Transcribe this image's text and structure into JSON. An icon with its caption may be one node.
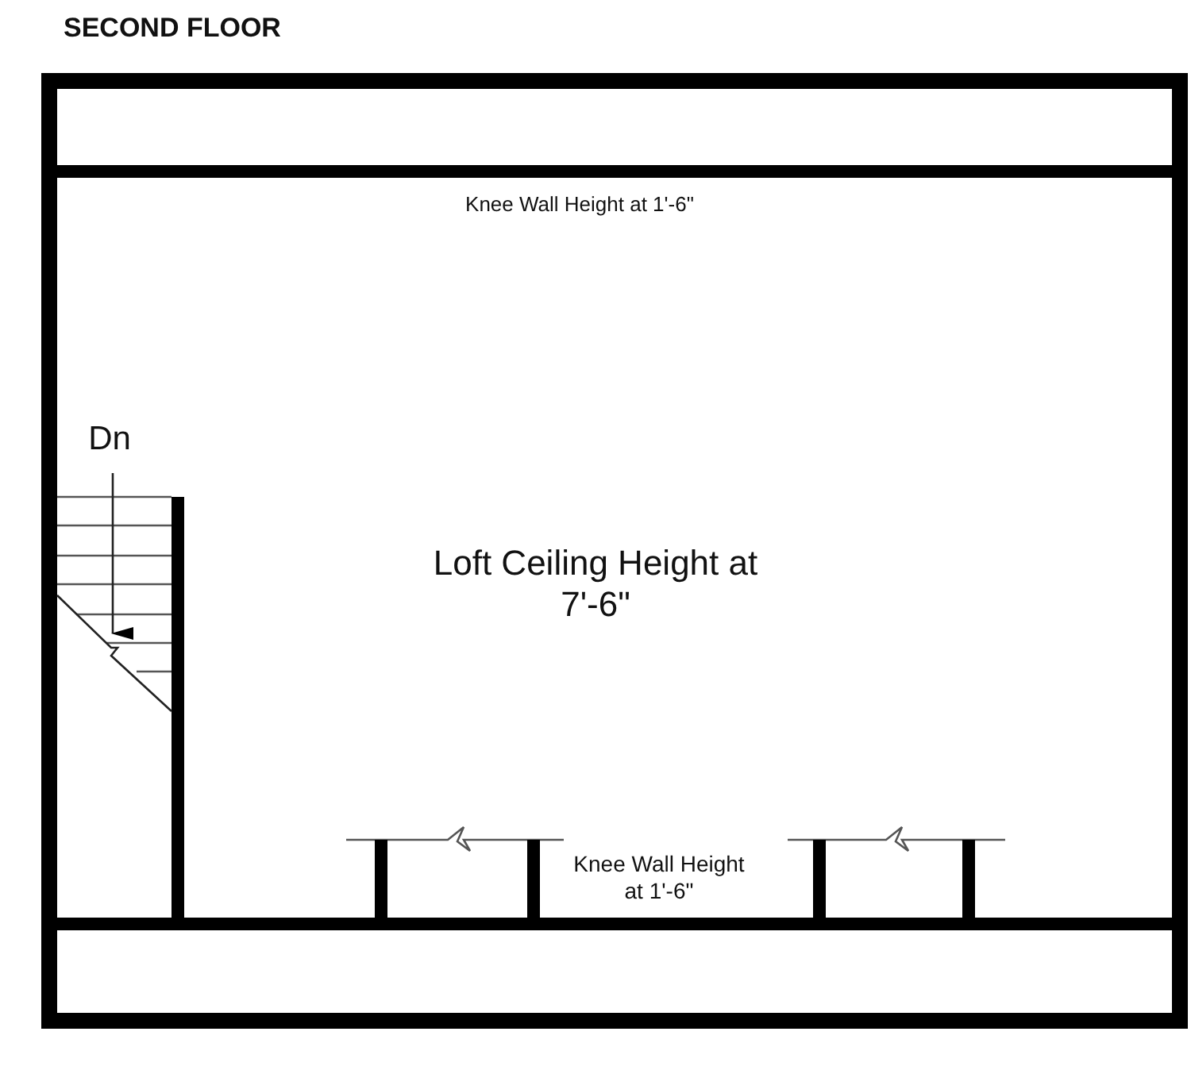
{
  "diagram": {
    "title": "SECOND FLOOR",
    "labels": [
      "Knee Wall Height at 1'-6\"",
      "Dn",
      "Loft Ceiling Height at 7'-6\"",
      "Knee Wall Height at 1'-6\""
    ]
  }
}
